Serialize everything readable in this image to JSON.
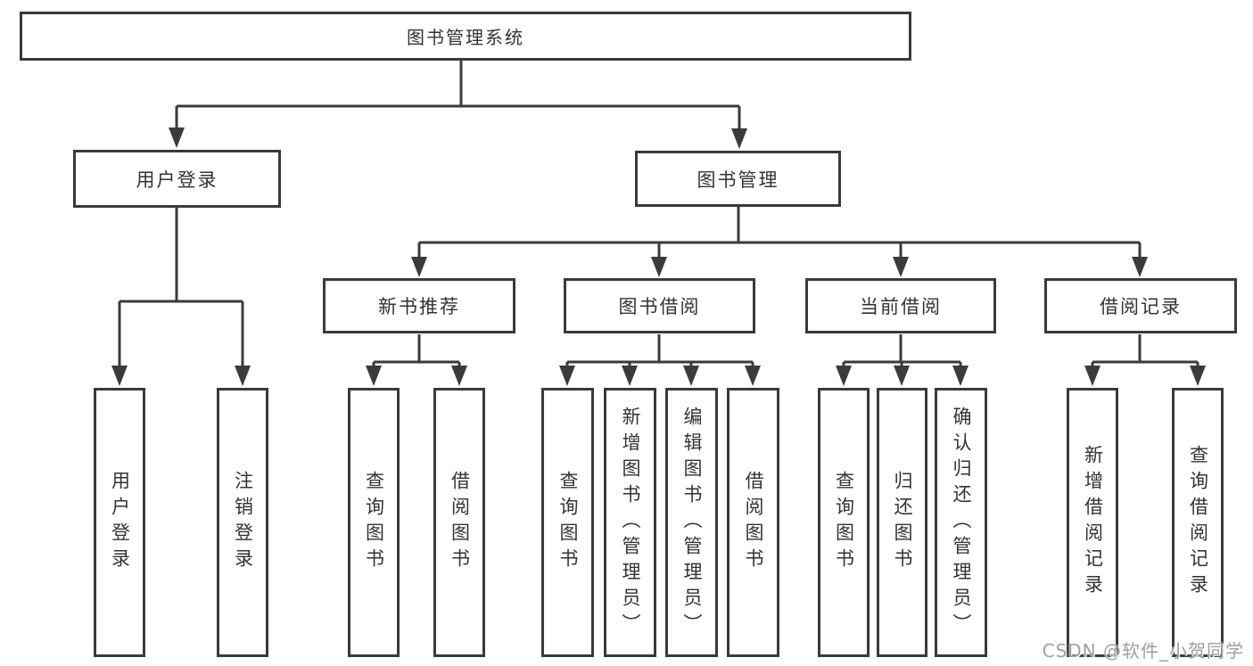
{
  "diagram": {
    "root_label": "图书管理系统",
    "level2": {
      "login": "用户登录",
      "management": "图书管理"
    },
    "login_children": [
      "用户登录",
      "注销登录"
    ],
    "sections": [
      "新书推荐",
      "图书借阅",
      "当前借阅",
      "借阅记录"
    ],
    "new_book_children": [
      "查询图书",
      "借阅图书"
    ],
    "borrow_children": [
      "查询图书",
      "新增图书（管理员）",
      "编辑图书（管理员）",
      "借阅图书"
    ],
    "current_children": [
      "查询图书",
      "归还图书",
      "确认归还（管理员）"
    ],
    "record_children": [
      "新增借阅记录",
      "查询借阅记录"
    ]
  },
  "watermark": "CSDN @软件_小贺同学",
  "colors": {
    "line": "#3b3b3b",
    "box_border": "#3a3a3a",
    "text": "#333333",
    "watermark": "#9f9f9f",
    "background": "#ffffff"
  }
}
